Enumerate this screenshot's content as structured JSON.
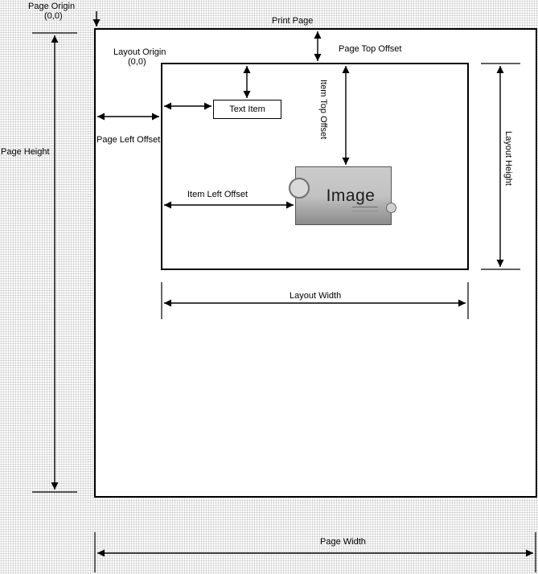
{
  "labels": {
    "page_origin_line1": "Page Origin",
    "page_origin_line2": "(0,0)",
    "print_page": "Print Page",
    "layout_origin_line1": "Layout Origin",
    "layout_origin_line2": "(0,0)",
    "page_top_offset": "Page Top Offset",
    "text_item": "Text Item",
    "item_top_offset": "Item Top Offset",
    "page_left_offset": "Page Left Offset",
    "item_left_offset": "Item Left Offset",
    "image": "Image",
    "layout_height": "Layout Height",
    "layout_width": "Layout Width",
    "page_height": "Page Height",
    "page_width": "Page Width"
  },
  "colors": {
    "border": "#000000",
    "page_fill": "#ffffff",
    "stipple_dot": "#c6c6c6",
    "image_fill": "#b8b8b8",
    "image_text": "#1c1c1c"
  }
}
